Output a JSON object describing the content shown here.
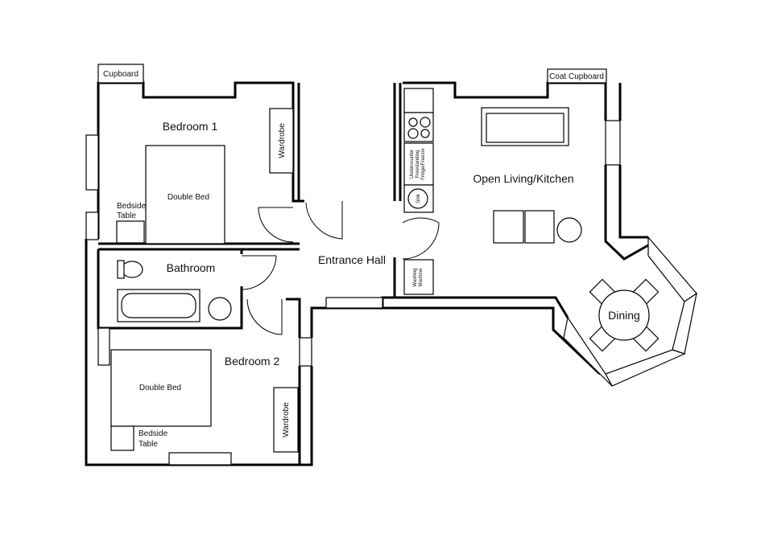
{
  "rooms": {
    "bedroom1": "Bedroom 1",
    "bathroom": "Bathroom",
    "bedroom2": "Bedroom 2",
    "entrance_hall": "Entrance Hall",
    "living_kitchen": "Open Living/Kitchen",
    "dining": "Dining"
  },
  "fixtures": {
    "cupboard": "Cupboard",
    "coat_cupboard": "Coat Cupboard",
    "wardrobe1": "Wardrobe",
    "wardrobe2": "Wardrobe",
    "double_bed1": "Double Bed",
    "double_bed2": "Double Bed",
    "bedside1_line1": "Bedside",
    "bedside1_line2": "Table",
    "bedside2_line1": "Bedside",
    "bedside2_line2": "Table",
    "fridge_line1": "Undercounter",
    "fridge_line2": "Freestanding",
    "fridge_line3": "Fridge/Freezer",
    "sink": "Sink",
    "washing_line1": "Washing",
    "washing_line2": "Machine"
  }
}
